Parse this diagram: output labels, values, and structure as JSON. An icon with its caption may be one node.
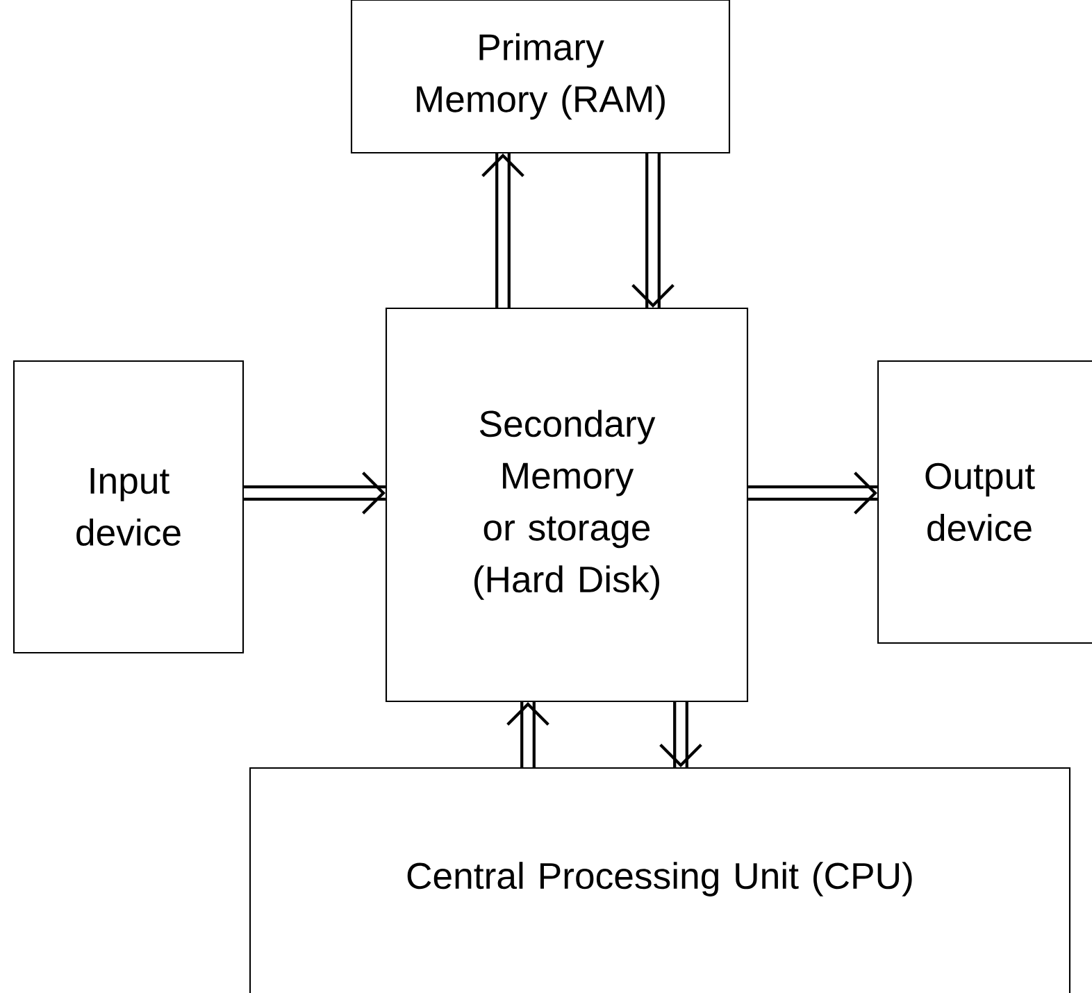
{
  "diagram": {
    "nodes": [
      {
        "text": [
          "Primary Memory (RAM)"
        ]
      },
      {
        "text": [
          "Input device"
        ]
      },
      {
        "text": [
          "Secondary Memory or storage (Hard Disk)"
        ]
      },
      {
        "text": [
          "Output device"
        ]
      },
      {
        "text": [
          "Central Processing Unit (CPU)"
        ]
      }
    ],
    "edges": [
      {
        "from": 2,
        "to": 0,
        "arrow": "to"
      },
      {
        "from": 0,
        "to": 2,
        "arrow": "to"
      },
      {
        "from": 1,
        "to": 2,
        "arrow": "to"
      },
      {
        "from": 2,
        "to": 3,
        "arrow": "to"
      },
      {
        "from": 4,
        "to": 2,
        "arrow": "to"
      },
      {
        "from": 2,
        "to": 4,
        "arrow": "to"
      }
    ]
  }
}
